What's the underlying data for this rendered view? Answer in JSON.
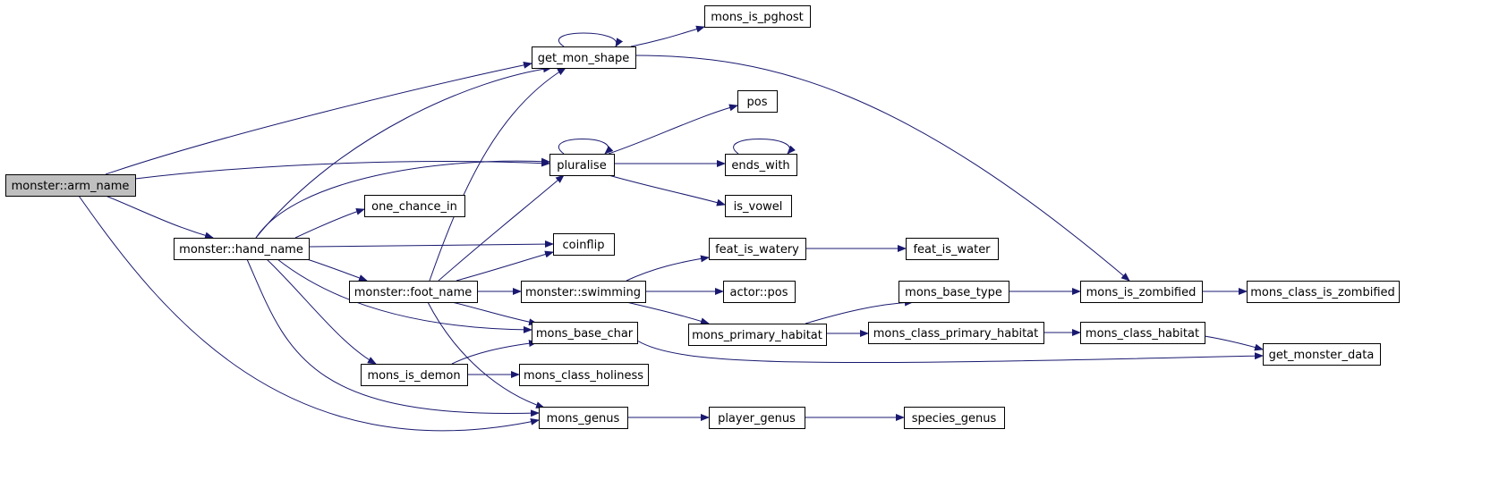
{
  "theme": {
    "edge_color": "#191970",
    "root_fill": "#bfbfbf",
    "node_fill": "#ffffff"
  },
  "nodes": [
    {
      "id": "arm_name",
      "label": "monster::arm_name",
      "root": true
    },
    {
      "id": "hand_name",
      "label": "monster::hand_name"
    },
    {
      "id": "get_mon_shape",
      "label": "get_mon_shape"
    },
    {
      "id": "mons_is_pghost",
      "label": "mons_is_pghost"
    },
    {
      "id": "pluralise",
      "label": "pluralise"
    },
    {
      "id": "pos",
      "label": "pos"
    },
    {
      "id": "ends_with",
      "label": "ends_with"
    },
    {
      "id": "is_vowel",
      "label": "is_vowel"
    },
    {
      "id": "one_chance_in",
      "label": "one_chance_in"
    },
    {
      "id": "coinflip",
      "label": "coinflip"
    },
    {
      "id": "foot_name",
      "label": "monster::foot_name"
    },
    {
      "id": "swimming",
      "label": "monster::swimming"
    },
    {
      "id": "feat_is_watery",
      "label": "feat_is_watery"
    },
    {
      "id": "feat_is_water",
      "label": "feat_is_water"
    },
    {
      "id": "actor_pos",
      "label": "actor::pos"
    },
    {
      "id": "mons_base_type",
      "label": "mons_base_type"
    },
    {
      "id": "mons_is_zombified",
      "label": "mons_is_zombified"
    },
    {
      "id": "mons_class_is_zombified",
      "label": "mons_class_is_zombified"
    },
    {
      "id": "mons_base_char",
      "label": "mons_base_char"
    },
    {
      "id": "mons_primary_habitat",
      "label": "mons_primary_habitat"
    },
    {
      "id": "mons_class_primary_habitat",
      "label": "mons_class_primary_habitat"
    },
    {
      "id": "mons_class_habitat",
      "label": "mons_class_habitat"
    },
    {
      "id": "get_monster_data",
      "label": "get_monster_data"
    },
    {
      "id": "mons_is_demon",
      "label": "mons_is_demon"
    },
    {
      "id": "mons_class_holiness",
      "label": "mons_class_holiness"
    },
    {
      "id": "mons_genus",
      "label": "mons_genus"
    },
    {
      "id": "player_genus",
      "label": "player_genus"
    },
    {
      "id": "species_genus",
      "label": "species_genus"
    }
  ],
  "edges": [
    {
      "from": "arm_name",
      "to": "get_mon_shape"
    },
    {
      "from": "arm_name",
      "to": "pluralise"
    },
    {
      "from": "arm_name",
      "to": "hand_name"
    },
    {
      "from": "arm_name",
      "to": "mons_genus"
    },
    {
      "from": "hand_name",
      "to": "get_mon_shape"
    },
    {
      "from": "hand_name",
      "to": "pluralise"
    },
    {
      "from": "hand_name",
      "to": "one_chance_in"
    },
    {
      "from": "hand_name",
      "to": "coinflip"
    },
    {
      "from": "hand_name",
      "to": "foot_name"
    },
    {
      "from": "hand_name",
      "to": "mons_base_char"
    },
    {
      "from": "hand_name",
      "to": "mons_is_demon"
    },
    {
      "from": "hand_name",
      "to": "mons_genus"
    },
    {
      "from": "get_mon_shape",
      "to": "get_mon_shape"
    },
    {
      "from": "get_mon_shape",
      "to": "mons_is_pghost"
    },
    {
      "from": "get_mon_shape",
      "to": "mons_is_zombified"
    },
    {
      "from": "pluralise",
      "to": "pluralise"
    },
    {
      "from": "pluralise",
      "to": "pos"
    },
    {
      "from": "pluralise",
      "to": "ends_with"
    },
    {
      "from": "pluralise",
      "to": "is_vowel"
    },
    {
      "from": "ends_with",
      "to": "ends_with"
    },
    {
      "from": "foot_name",
      "to": "get_mon_shape"
    },
    {
      "from": "foot_name",
      "to": "pluralise"
    },
    {
      "from": "foot_name",
      "to": "coinflip"
    },
    {
      "from": "foot_name",
      "to": "swimming"
    },
    {
      "from": "foot_name",
      "to": "mons_base_char"
    },
    {
      "from": "foot_name",
      "to": "mons_genus"
    },
    {
      "from": "swimming",
      "to": "feat_is_watery"
    },
    {
      "from": "swimming",
      "to": "actor_pos"
    },
    {
      "from": "swimming",
      "to": "mons_primary_habitat"
    },
    {
      "from": "feat_is_watery",
      "to": "feat_is_water"
    },
    {
      "from": "mons_primary_habitat",
      "to": "mons_base_type"
    },
    {
      "from": "mons_primary_habitat",
      "to": "mons_class_primary_habitat"
    },
    {
      "from": "mons_base_type",
      "to": "mons_is_zombified"
    },
    {
      "from": "mons_is_zombified",
      "to": "mons_class_is_zombified"
    },
    {
      "from": "mons_class_primary_habitat",
      "to": "mons_class_habitat"
    },
    {
      "from": "mons_class_habitat",
      "to": "get_monster_data"
    },
    {
      "from": "mons_base_char",
      "to": "get_monster_data"
    },
    {
      "from": "mons_is_demon",
      "to": "mons_base_char"
    },
    {
      "from": "mons_is_demon",
      "to": "mons_class_holiness"
    },
    {
      "from": "mons_genus",
      "to": "player_genus"
    },
    {
      "from": "player_genus",
      "to": "species_genus"
    }
  ]
}
